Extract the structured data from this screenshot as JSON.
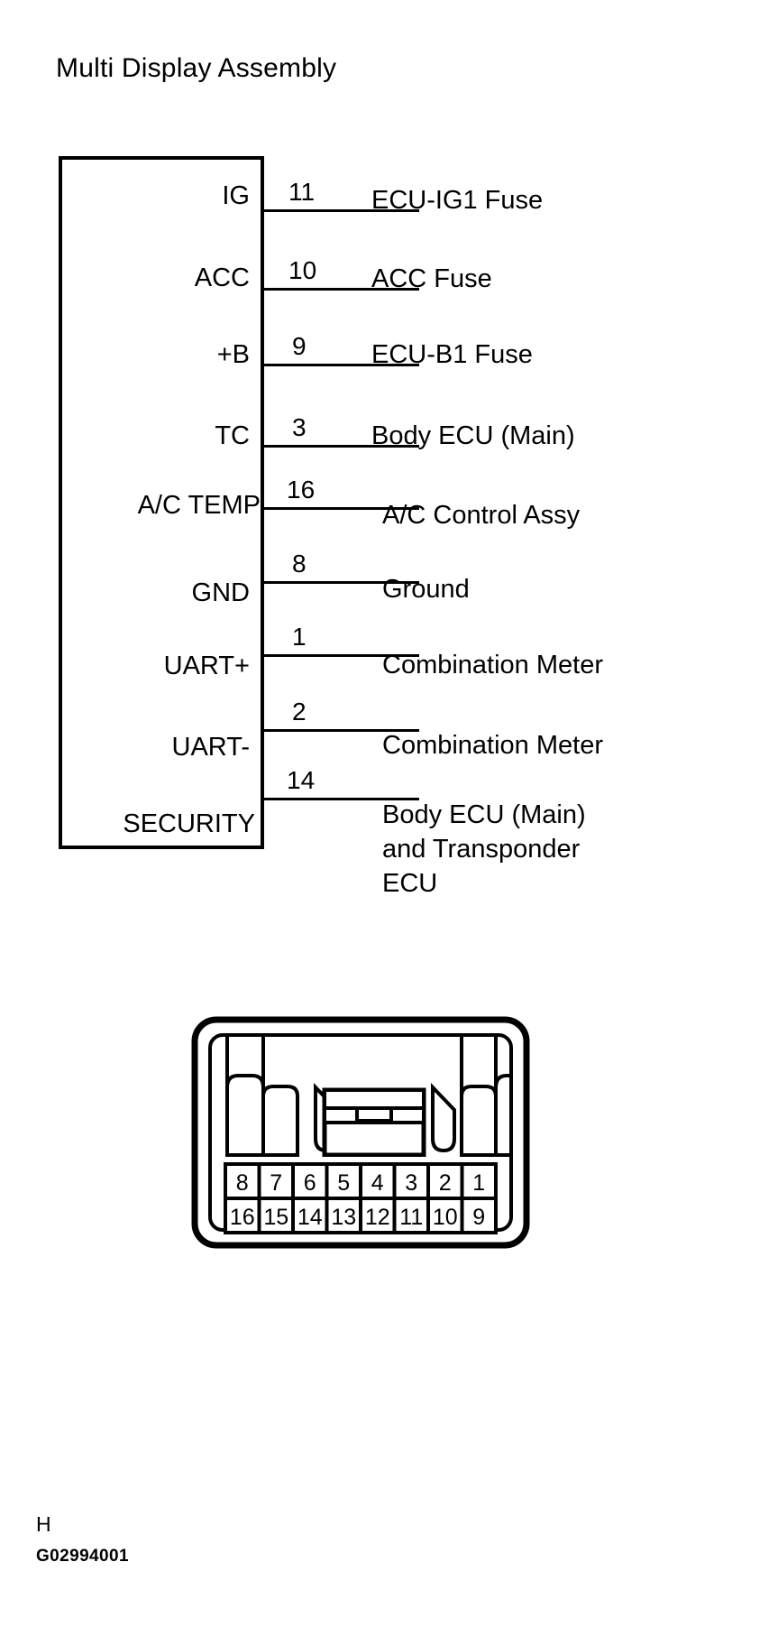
{
  "diagram": {
    "title": "Multi Display Assembly",
    "block_label": "Multi Display Assembly",
    "rows": [
      {
        "terminal": "IG",
        "pin": "11",
        "destination": "ECU-IG1  Fuse"
      },
      {
        "terminal": "ACC",
        "pin": "10",
        "destination": "ACC Fuse"
      },
      {
        "terminal": "+B",
        "pin": "9",
        "destination": "ECU-B1  Fuse"
      },
      {
        "terminal": "TC",
        "pin": "3",
        "destination": "Body ECU (Main)"
      },
      {
        "terminal": "A/C TEMP",
        "pin": "16",
        "destination": "A/C Control Assy"
      },
      {
        "terminal": "GND",
        "pin": "8",
        "destination": "Ground"
      },
      {
        "terminal": "UART+",
        "pin": "1",
        "destination": "Combination Meter"
      },
      {
        "terminal": "UART-",
        "pin": "2",
        "destination": "Combination Meter"
      },
      {
        "terminal": "SECURITY",
        "pin": "14",
        "destination": "Body ECU (Main)\nand  Transponder\nECU"
      }
    ]
  },
  "connector": {
    "name": "connector-pinout",
    "top_row": [
      "8",
      "7",
      "6",
      "5",
      "4",
      "3",
      "2",
      "1"
    ],
    "bottom_row": [
      "16",
      "15",
      "14",
      "13",
      "12",
      "11",
      "10",
      "9"
    ]
  },
  "footer": {
    "revision": "H",
    "figure_code": "G02994001"
  },
  "colors": {
    "ink": "#000000",
    "paper": "#ffffff"
  }
}
